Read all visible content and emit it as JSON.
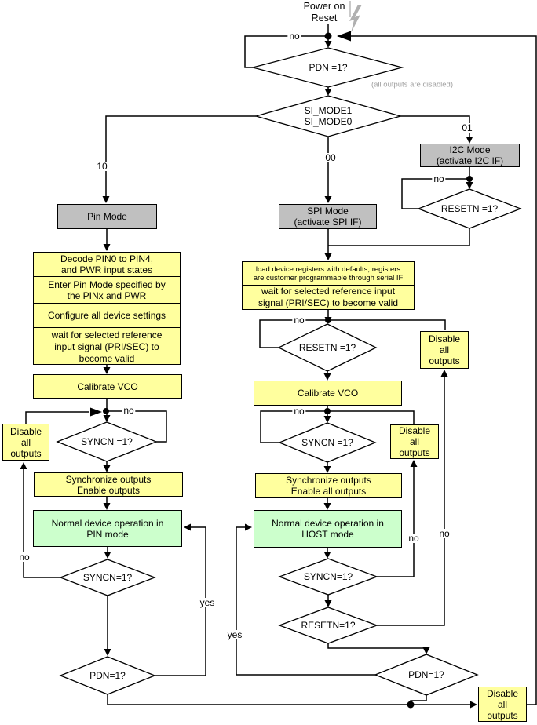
{
  "colors": {
    "process_fill": "#ffff9e",
    "mode_fill": "#c0c0c0",
    "normal_operation_fill": "#ccffcc",
    "note_text": "#a0a0a0",
    "line": "#000000"
  },
  "start": {
    "line1": "Power on",
    "line2": "Reset"
  },
  "annotations": {
    "all_outputs_disabled": "(all outputs are disabled)"
  },
  "branch_labels": {
    "b10": "10",
    "b00": "00",
    "b01": "01"
  },
  "edge_labels": {
    "no_top": "no",
    "no_i2c": "no",
    "no_reset_spi": "no",
    "no_sync_spi": "no",
    "no_sync_pin": "no",
    "no_sync_pin_op": "no",
    "no_sync_host_op": "no",
    "no_reset_host_op": "no",
    "yes_pin": "yes",
    "yes_host": "yes"
  },
  "decisions": {
    "pdn_top": "PDN =1?",
    "si_mode": [
      "SI_MODE1",
      "SI_MODE0"
    ],
    "resetn_i2c": "RESETN =1?",
    "resetn_spi": "RESETN =1?",
    "syncn_spi": "SYNCN =1?",
    "syncn_pin": "SYNCN =1?",
    "syncn_pin_op": "SYNCN=1?",
    "syncn_host_op": "SYNCN=1?",
    "resetn_host_op": "RESETN=1?",
    "pdn_pin": "PDN=1?",
    "pdn_host": "PDN=1?"
  },
  "mode_boxes": {
    "pin": [
      "Pin Mode"
    ],
    "spi": [
      "SPI Mode",
      "(activate SPI IF)"
    ],
    "i2c": [
      "I2C Mode",
      "(activate I2C IF)"
    ]
  },
  "pin_branch": {
    "decode": [
      "Decode PIN0 to PIN4,",
      "and PWR input states"
    ],
    "enter": [
      "Enter Pin Mode specified by",
      "the PINx and PWR"
    ],
    "configure": [
      "Configure all device settings"
    ],
    "wait": [
      "wait for selected reference",
      "input signal (PRI/SEC) to",
      "become valid"
    ],
    "calibrate": "Calibrate VCO",
    "disable": [
      "Disable",
      "all",
      "outputs"
    ],
    "sync": [
      "Synchronize outputs",
      "Enable outputs"
    ],
    "normal": [
      "Normal device operation in",
      "PIN mode"
    ]
  },
  "host_branch": {
    "load_registers": [
      "load device registers with defaults; registers",
      "are customer programmable through serial IF"
    ],
    "wait": [
      "wait for selected reference input",
      "signal (PRI/SEC) to become valid"
    ],
    "calibrate": "Calibrate VCO",
    "disable_reset": [
      "Disable",
      "all",
      "outputs"
    ],
    "disable_sync": [
      "Disable",
      "all",
      "outputs"
    ],
    "sync": [
      "Synchronize outputs",
      "Enable all outputs"
    ],
    "normal": [
      "Normal device operation in",
      "HOST mode"
    ]
  },
  "power_down": {
    "disable": [
      "Disable",
      "all",
      "outputs"
    ]
  }
}
